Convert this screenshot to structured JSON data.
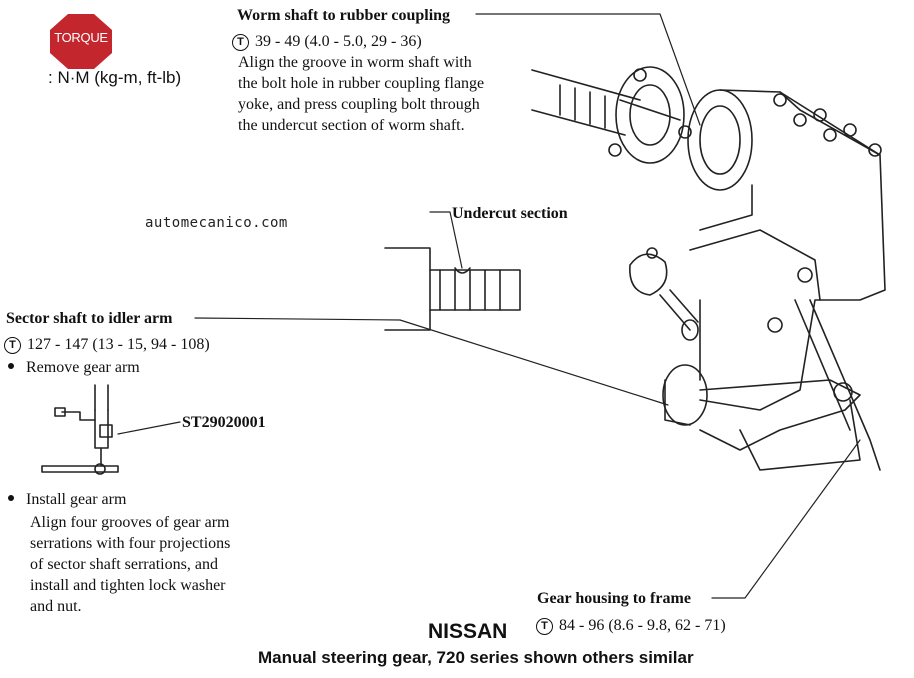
{
  "torque_badge": {
    "label": "TORQUE",
    "color": "#c4262e"
  },
  "units_legend": ": N·M (kg-m, ft-lb)",
  "watermark": "automecanico.com",
  "torque_symbol": "T",
  "worm_shaft": {
    "title": "Worm shaft to rubber coupling",
    "torque": "39 - 49 (4.0 - 5.0, 29 - 36)",
    "lines": [
      "Align the groove in worm shaft with",
      "the bolt hole in rubber coupling flange",
      "yoke, and press coupling bolt through",
      "the undercut section of worm shaft."
    ]
  },
  "undercut_label": "Undercut section",
  "sector_shaft": {
    "title": "Sector shaft to idler arm",
    "torque": "127 - 147 (13 - 15, 94 - 108)",
    "remove_step": "Remove gear arm",
    "tool_label": "ST29020001",
    "install_step": "Install gear arm",
    "install_lines": [
      "Align four grooves of gear arm",
      "serrations with four projections",
      "of sector shaft serrations, and",
      "install and tighten lock washer",
      "and nut."
    ]
  },
  "gear_housing": {
    "title": "Gear housing to frame",
    "torque": "84 - 96 (8.6 - 9.8, 62 - 71)"
  },
  "brand": "NISSAN",
  "caption": "Manual steering gear, 720 series shown others similar"
}
